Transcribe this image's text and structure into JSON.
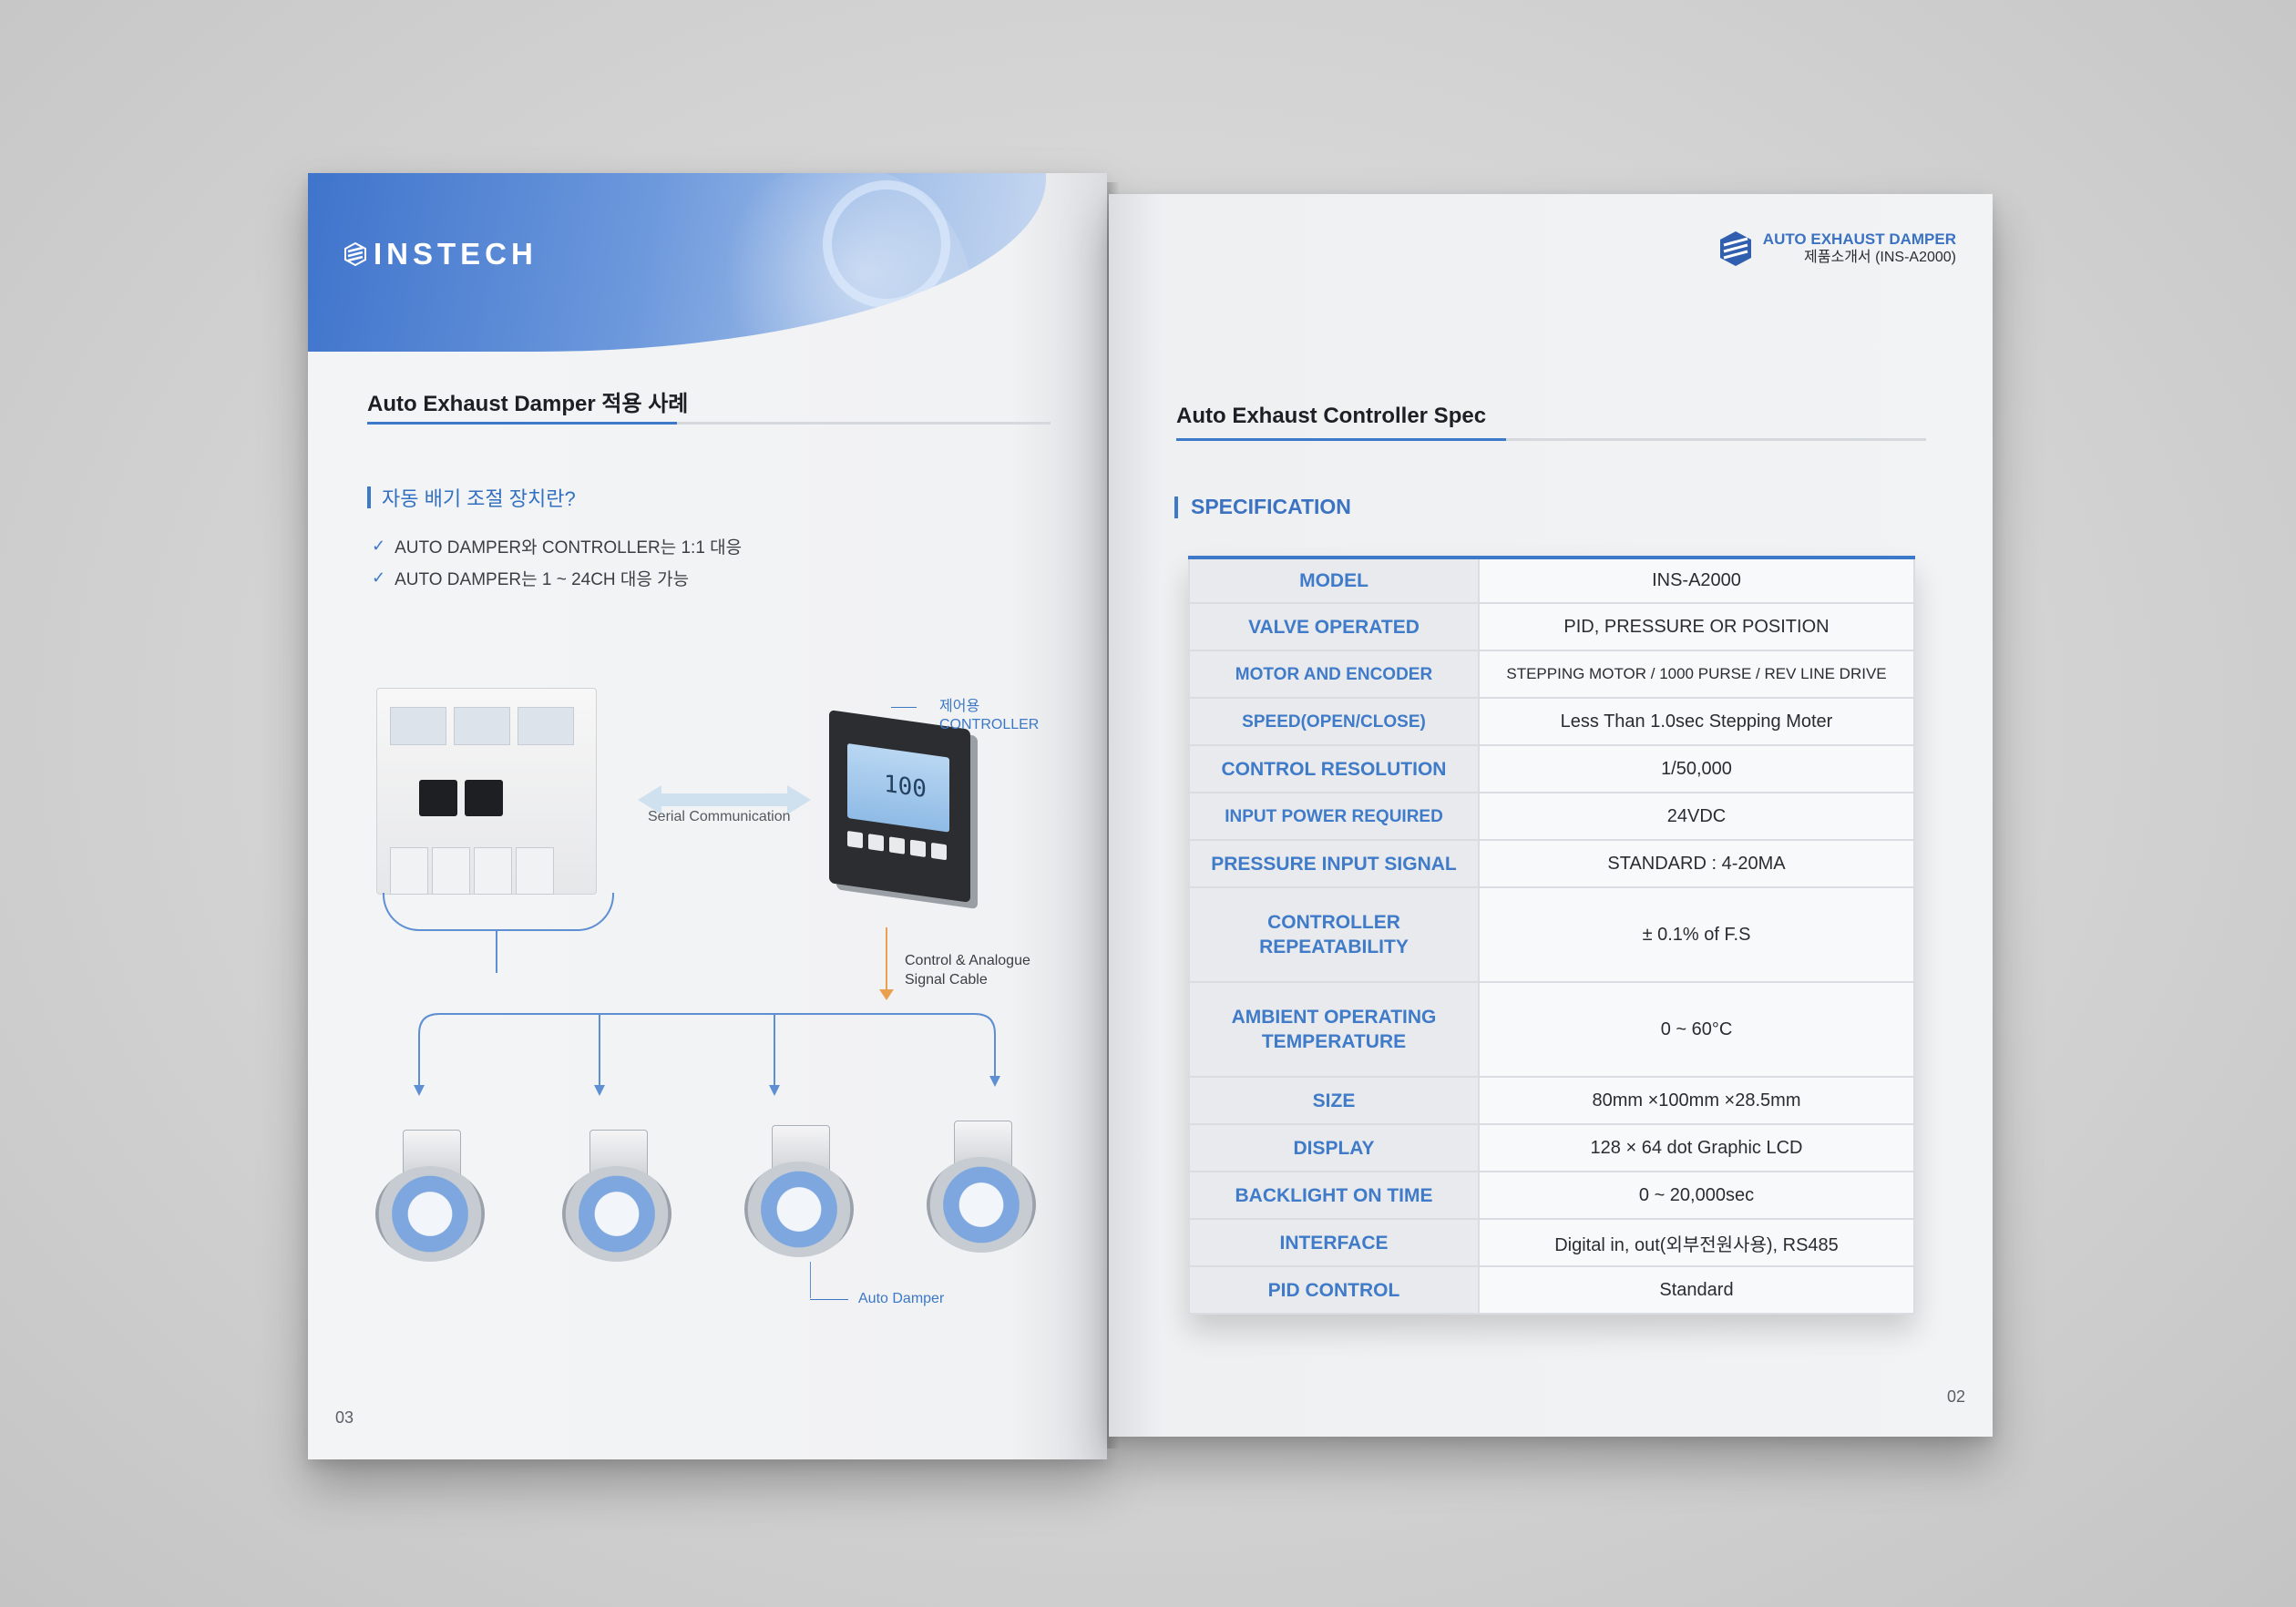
{
  "left_page": {
    "brand": "INSTECH",
    "section_title": "Auto Exhaust Damper 적용 사례",
    "sub_heading": "자동 배기 조절 장치란?",
    "bullets": [
      "AUTO DAMPER와 CONTROLLER는 1:1 대응",
      "AUTO DAMPER는 1 ~ 24CH 대응 가능"
    ],
    "diagram": {
      "serial_label": "Serial Communication",
      "controller_label_1": "제어용",
      "controller_label_2": "CONTROLLER",
      "controller_display": "100",
      "cable_label_1": "Control & Analogue",
      "cable_label_2": "Signal Cable",
      "damper_label": "Auto Damper"
    },
    "page_number": "03"
  },
  "right_page": {
    "header_title": "AUTO EXHAUST DAMPER",
    "header_subtitle": "제품소개서 (INS-A2000)",
    "section_title": "Auto Exhaust Controller Spec",
    "spec_heading": "SPECIFICATION",
    "spec_rows": [
      {
        "key": "MODEL",
        "value": "INS-A2000"
      },
      {
        "key": "VALVE OPERATED",
        "value": "PID, PRESSURE OR POSITION"
      },
      {
        "key": "MOTOR AND ENCODER",
        "value": "STEPPING MOTOR / 1000 PURSE / REV LINE DRIVE"
      },
      {
        "key": "SPEED(OPEN/CLOSE)",
        "value": "Less Than 1.0sec Stepping Moter"
      },
      {
        "key": "CONTROL RESOLUTION",
        "value": "1/50,000"
      },
      {
        "key": "INPUT POWER REQUIRED",
        "value": "24VDC"
      },
      {
        "key": "PRESSURE INPUT SIGNAL",
        "value": "STANDARD : 4-20MA"
      },
      {
        "key": "CONTROLLER REPEATABILITY",
        "value": "± 0.1% of F.S"
      },
      {
        "key": "AMBIENT OPERATING TEMPERATURE",
        "value": "0 ~ 60°C"
      },
      {
        "key": "SIZE",
        "value": "80mm ×100mm ×28.5mm"
      },
      {
        "key": "DISPLAY",
        "value": "128 × 64 dot Graphic LCD"
      },
      {
        "key": "BACKLIGHT ON TIME",
        "value": "0 ~ 20,000sec"
      },
      {
        "key": "INTERFACE",
        "value": "Digital in, out(외부전원사용), RS485"
      },
      {
        "key": "PID CONTROL",
        "value": "Standard"
      }
    ],
    "page_number": "02"
  },
  "colors": {
    "accent": "#3d79c9",
    "connector": "#5e8fd2",
    "cable": "#e9a14f"
  }
}
